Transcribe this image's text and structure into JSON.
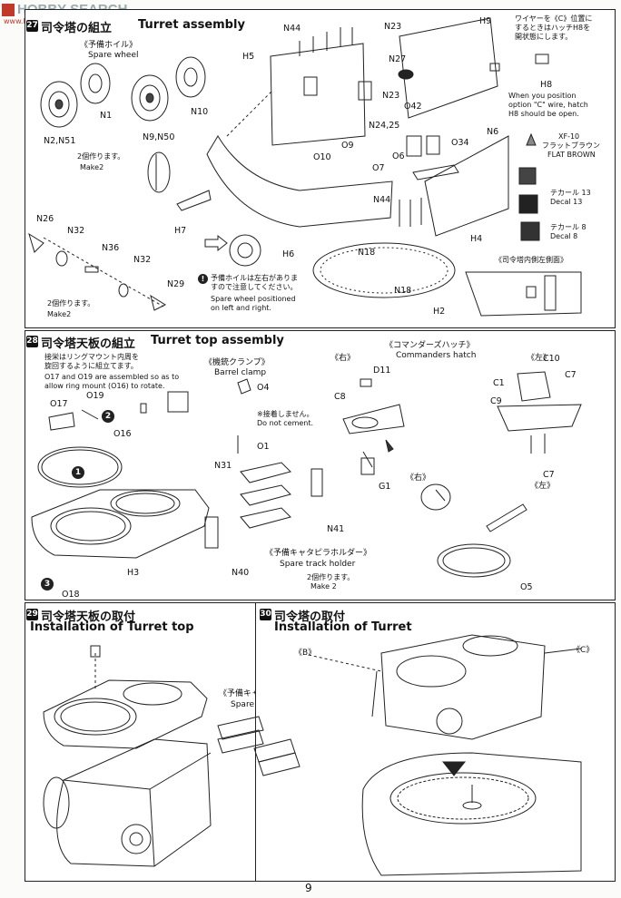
{
  "watermark": {
    "main": "HOBBY SEARCH",
    "url": "www.hbsoub.com"
  },
  "step27": {
    "num": "27",
    "title_jp": "司令塔の組立",
    "title_en": "Turret assembly",
    "spare_wheel_jp": "《予備ホイル》",
    "spare_wheel_en": "Spare wheel",
    "make2_jp_a": "2個作ります。",
    "make2_en_a": "Make2",
    "make2_jp_b": "2個作ります。",
    "make2_en_b": "Make2",
    "note_jp_1": "予備ホイルは左右がありま",
    "note_jp_2": "すので注意してください。",
    "note_en_1": "Spare wheel positioned",
    "note_en_2": "on left and right.",
    "wire_jp_1": "ワイヤーを《C》位置に",
    "wire_jp_2": "するときはハッチH8を",
    "wire_jp_3": "開状態にします。",
    "wire_en_1": "When you position",
    "wire_en_2": "option \"C\" wire, hatch",
    "wire_en_3": "H8 should be open.",
    "paint_code": "XF-10",
    "paint_jp": "フラットブラウン",
    "paint_en": "FLAT BROWN",
    "decal13_jp": "テカール 13",
    "decal13_en": "Decal 13",
    "decal8_jp": "テカール 8",
    "decal8_en": "Decal 8",
    "inside_view": "《司令塔内側左側面》",
    "parts": [
      "N44",
      "H9",
      "N23",
      "H5",
      "N27",
      "H8",
      "N1",
      "N10",
      "N2,N51",
      "N9,N50",
      "N23",
      "O42",
      "N24,25",
      "N6",
      "O9",
      "O34",
      "O10",
      "O6",
      "O7",
      "N44",
      "H7",
      "H6",
      "H4",
      "N26",
      "N32",
      "N36",
      "N18",
      "N32",
      "N29",
      "N18",
      "H2"
    ]
  },
  "step28": {
    "num": "28",
    "title_jp": "司令塔天板の組立",
    "title_en": "Turret top assembly",
    "note_jp_1": "接栄はリングマウント内周を",
    "note_jp_2": "旋回するように組立てます。",
    "note_en_1": "O17 and O19 are assembled so as to",
    "note_en_2": "allow ring mount (O16) to rotate.",
    "barrel_clamp_jp": "《機銃クランプ》",
    "barrel_clamp_en": "Barrel clamp",
    "no_cement_jp": "※接着しません。",
    "no_cement_en": "Do not cement.",
    "hatch_jp": "《コマンダーズハッチ》",
    "hatch_en": "Commanders hatch",
    "right": "《右》",
    "left": "《左》",
    "track_holder_jp": "《予備キャタピラホルダー》",
    "track_holder_en": "Spare track holder",
    "make2_jp": "2個作ります。",
    "make2_en": "Make 2",
    "parts": [
      "O17",
      "O19",
      "O16",
      "H3",
      "O18",
      "O4",
      "O1",
      "N31",
      "N41",
      "N40",
      "D11",
      "C8",
      "G1",
      "C10",
      "C1",
      "C7",
      "C9",
      "C7",
      "O5"
    ]
  },
  "step29": {
    "num": "29",
    "title_jp": "司令塔天板の取付",
    "title_en": "Installation of Turret top",
    "track_holder_jp": "《予備キャタピラホルダー》",
    "track_holder_en": "Spare track holder"
  },
  "step30": {
    "num": "30",
    "title_jp": "司令塔の取付",
    "title_en": "Installation of Turret",
    "label_b": "《B》",
    "label_c": "《C》"
  },
  "page_number": "9",
  "circled_steps": [
    "1",
    "2",
    "3"
  ]
}
